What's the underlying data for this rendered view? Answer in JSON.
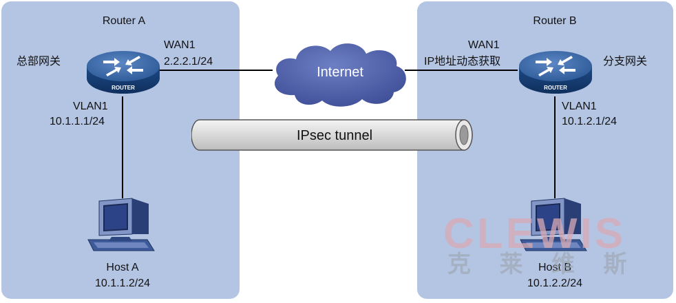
{
  "router_a": {
    "title": "Router A",
    "role": "总部网关",
    "wan_name": "WAN1",
    "wan_ip": "2.2.2.1/24",
    "lan_name": "VLAN1",
    "lan_ip": "10.1.1.1/24",
    "badge": "ROUTER"
  },
  "router_b": {
    "title": "Router B",
    "role": "分支网关",
    "wan_name": "WAN1",
    "wan_ip": "IP地址动态获取",
    "lan_name": "VLAN1",
    "lan_ip": "10.1.2.1/24",
    "badge": "ROUTER"
  },
  "internet": {
    "label": "Internet"
  },
  "tunnel": {
    "label": "IPsec tunnel"
  },
  "host_a": {
    "name": "Host A",
    "ip": "10.1.1.2/24"
  },
  "host_b": {
    "name": "Host B",
    "ip": "10.1.2.2/24"
  },
  "watermark": {
    "latin": "CLEWIS",
    "cjk": "克 莱 维 斯"
  },
  "colors": {
    "zone": "#b4c5e4",
    "router": "#2f5d9a",
    "cloud": "#4f5fa6",
    "tunnel": "#cfcfcf",
    "watermark": "#d8aab4"
  }
}
